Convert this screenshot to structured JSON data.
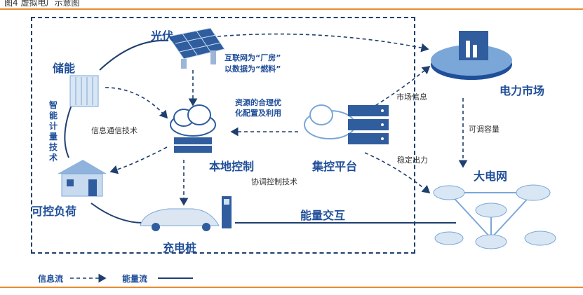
{
  "figure_title": "图4 虚拟电厂示意图",
  "nodes": {
    "pv": "光伏",
    "storage": "储能",
    "local_control": "本地控制",
    "central_platform": "集控平台",
    "controllable_load": "可控负荷",
    "charging_pile": "充电桩",
    "power_market": "电力市场",
    "main_grid": "大电网"
  },
  "smart_metering": [
    "智",
    "能",
    "计",
    "量",
    "技",
    "术"
  ],
  "annotations": {
    "internet_line1": "互联网为“厂房”",
    "internet_line2": "以数据为“燃料”",
    "resource_line1": "资源的合理优",
    "resource_line2": "化配置及利用",
    "info_comm": "信息通信技术",
    "coord_control": "协调控制技术",
    "energy_exchange": "能量交互",
    "market_info": "市场信息",
    "stable_output": "稳定出力",
    "adjustable_capacity": "可调容量"
  },
  "legend": {
    "info_flow": "信息流",
    "energy_flow": "能量流"
  },
  "colors": {
    "accent_orange": "#e88b2e",
    "label_blue": "#1f4e9a",
    "line_navy": "#1f3f6e",
    "icon_blue": "#7aa7d8"
  }
}
